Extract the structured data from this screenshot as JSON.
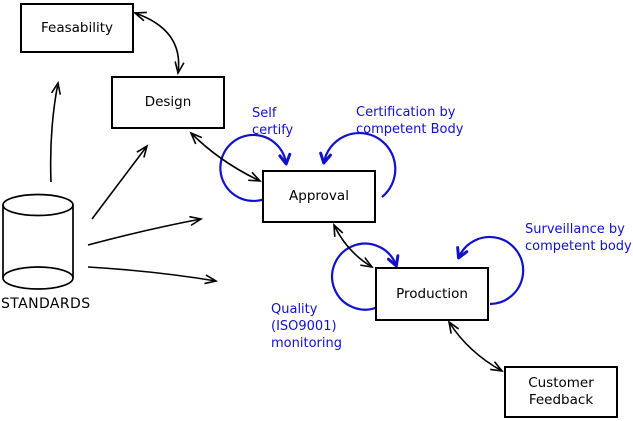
{
  "colors": {
    "ink": "#000000",
    "accent": "#1111cc",
    "background": "#ffffff"
  },
  "nodes": {
    "feasability": {
      "label": "Feasability"
    },
    "design": {
      "label": "Design"
    },
    "approval": {
      "label": "Approval"
    },
    "production": {
      "label": "Production"
    },
    "customer_feedback": {
      "label": "Customer\nFeedback"
    }
  },
  "datastore": {
    "label": "STANDARDS"
  },
  "annotations": {
    "self_certify": "Self\ncertify",
    "certification": "Certification by\ncompetent Body",
    "surveillance": "Surveillance by\ncompetent body",
    "quality": "Quality\n(ISO9001)\nmonitoring"
  }
}
